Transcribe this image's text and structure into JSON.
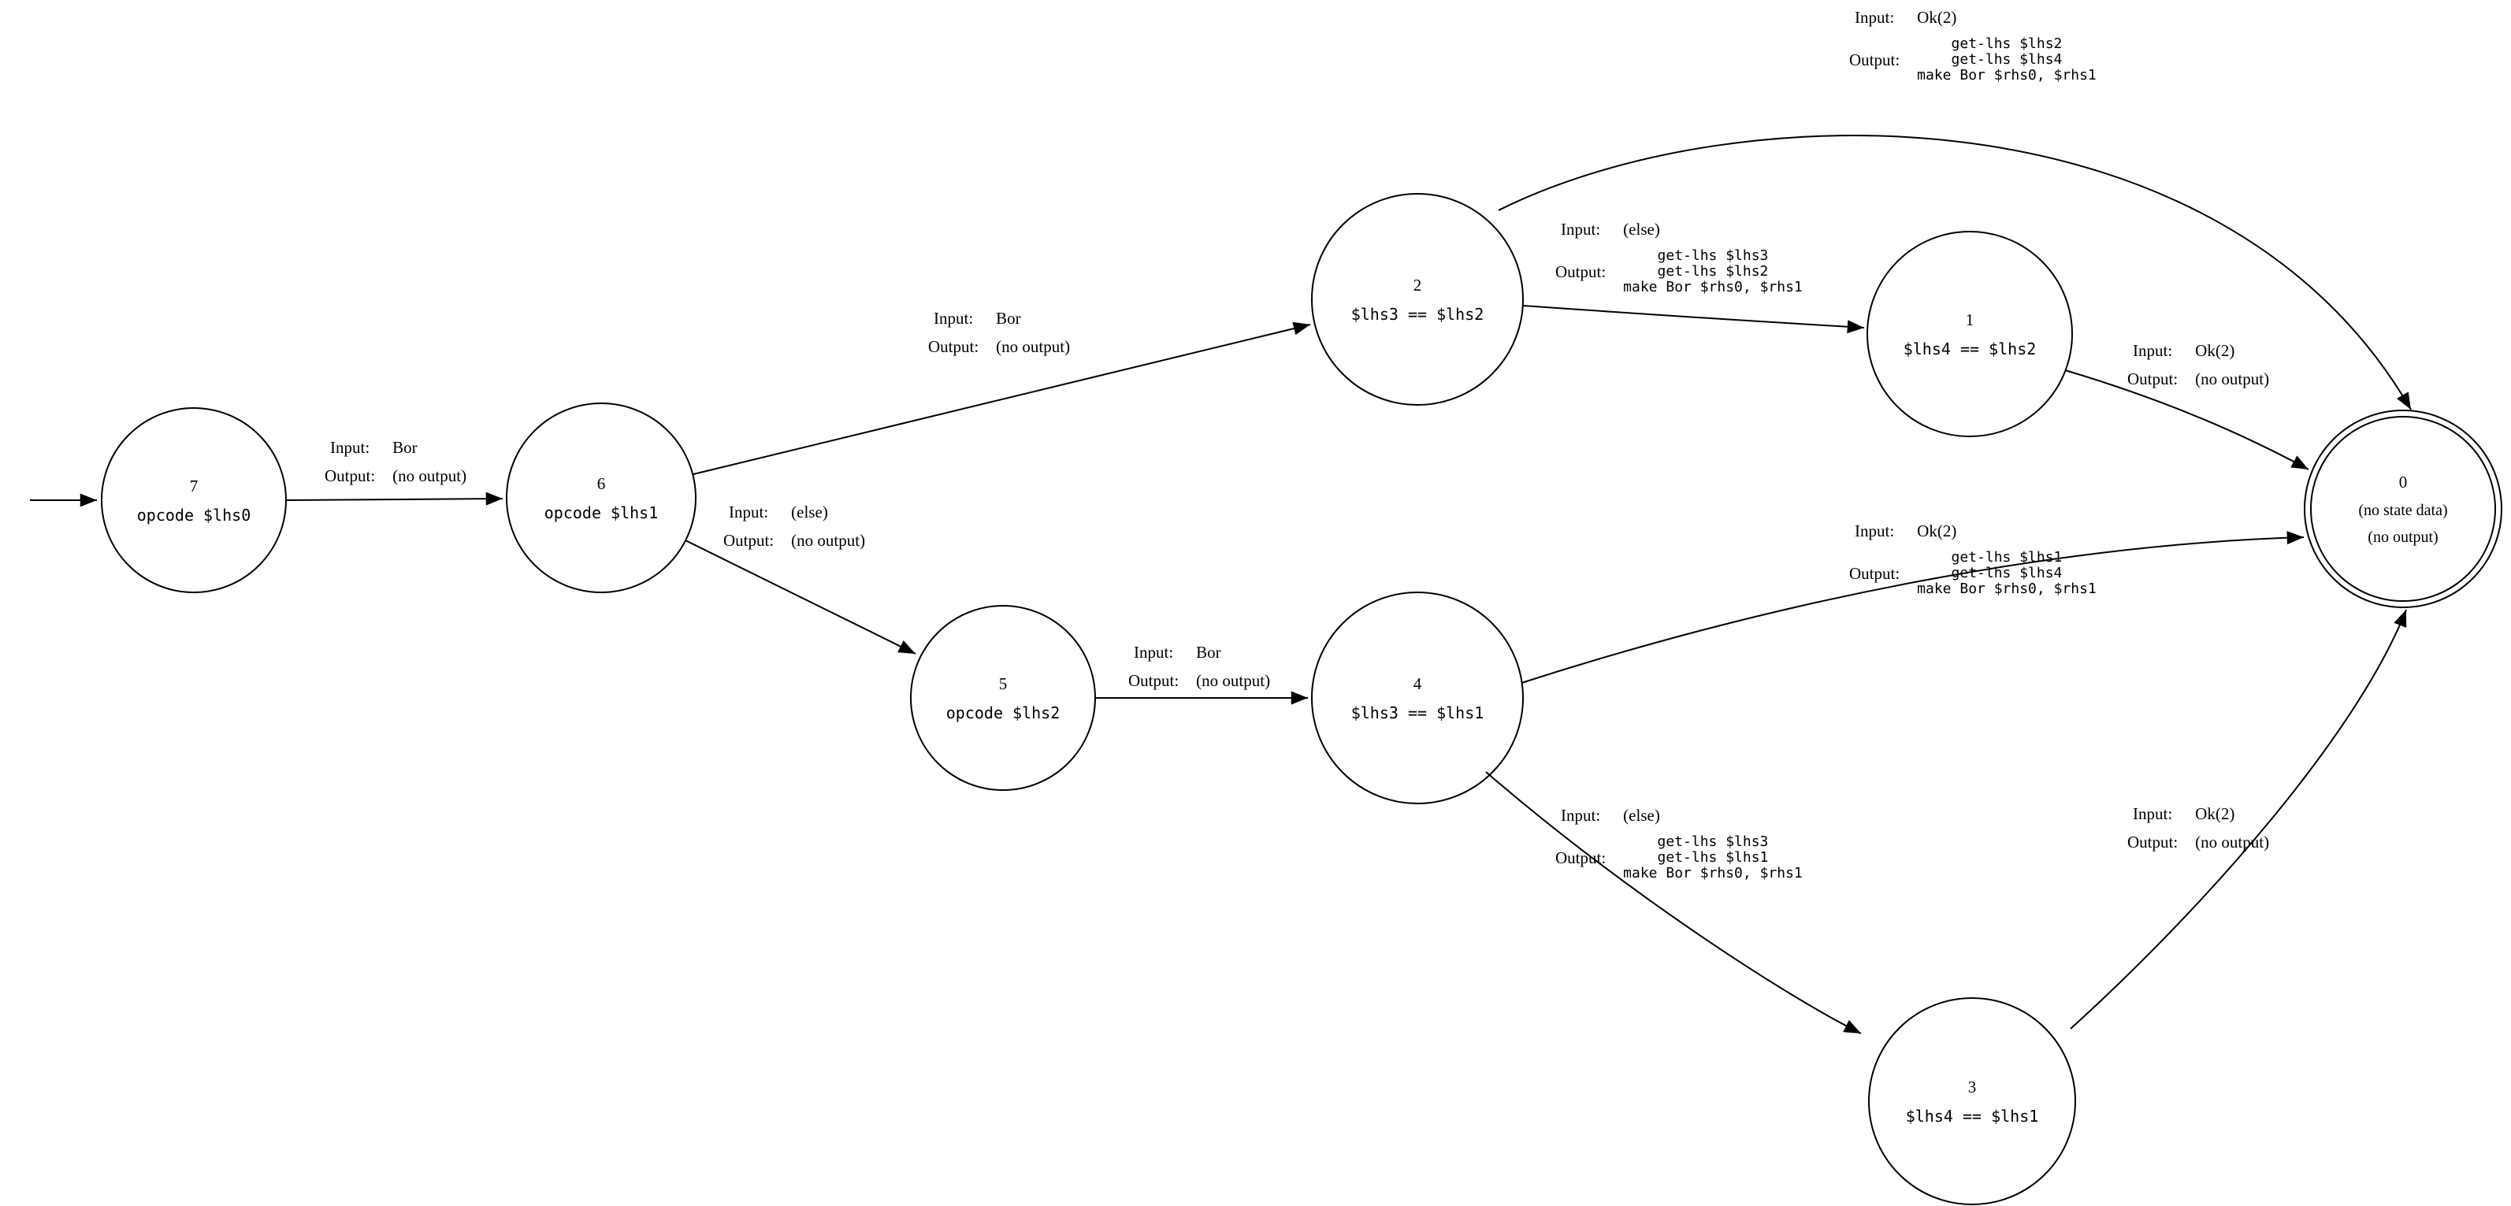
{
  "diagram": {
    "type": "state-machine",
    "keys": {
      "input": "Input:",
      "output": "Output:"
    },
    "nodes": {
      "n7": {
        "id": "7",
        "label": "opcode $lhs0"
      },
      "n6": {
        "id": "6",
        "label": "opcode $lhs1"
      },
      "n5": {
        "id": "5",
        "label": "opcode $lhs2"
      },
      "n2": {
        "id": "2",
        "label": "$lhs3 == $lhs2"
      },
      "n4": {
        "id": "4",
        "label": "$lhs3 == $lhs1"
      },
      "n1": {
        "id": "1",
        "label": "$lhs4 == $lhs2"
      },
      "n3": {
        "id": "3",
        "label": "$lhs4 == $lhs1"
      },
      "n0": {
        "id": "0",
        "label1": "(no state data)",
        "label2": "(no output)"
      }
    },
    "edges": {
      "e7_6": {
        "from": "7",
        "to": "6",
        "input": "Bor",
        "output": "(no output)"
      },
      "e6_2": {
        "from": "6",
        "to": "2",
        "input": "Bor",
        "output": "(no output)"
      },
      "e6_5": {
        "from": "6",
        "to": "5",
        "input": "(else)",
        "output": "(no output)"
      },
      "e5_4": {
        "from": "5",
        "to": "4",
        "input": "Bor",
        "output": "(no output)"
      },
      "e2_0": {
        "from": "2",
        "to": "0",
        "input": "Ok(2)",
        "out1": "get-lhs $lhs2",
        "out2": "get-lhs $lhs4",
        "out3": "make Bor $rhs0, $rhs1"
      },
      "e2_1": {
        "from": "2",
        "to": "1",
        "input": "(else)",
        "out1": "get-lhs $lhs3",
        "out2": "get-lhs $lhs2",
        "out3": "make Bor $rhs0, $rhs1"
      },
      "e1_0": {
        "from": "1",
        "to": "0",
        "input": "Ok(2)",
        "output": "(no output)"
      },
      "e4_0": {
        "from": "4",
        "to": "0",
        "input": "Ok(2)",
        "out1": "get-lhs $lhs1",
        "out2": "get-lhs $lhs4",
        "out3": "make Bor $rhs0, $rhs1"
      },
      "e4_3": {
        "from": "4",
        "to": "3",
        "input": "(else)",
        "out1": "get-lhs $lhs3",
        "out2": "get-lhs $lhs1",
        "out3": "make Bor $rhs0, $rhs1"
      },
      "e3_0": {
        "from": "3",
        "to": "0",
        "input": "Ok(2)",
        "output": "(no output)"
      }
    },
    "colors": {
      "stroke": "#000000",
      "background": "#ffffff"
    }
  }
}
